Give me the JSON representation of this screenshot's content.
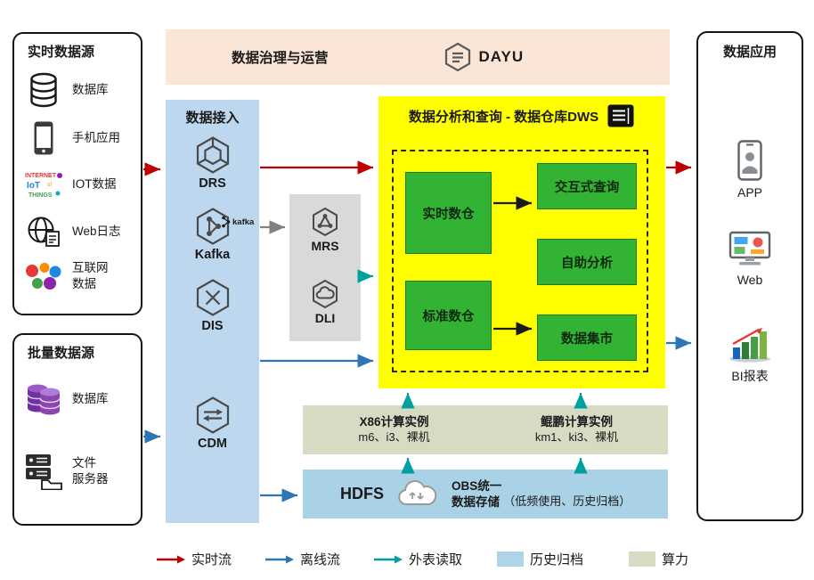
{
  "realtime_sources": {
    "title": "实时数据源",
    "items": [
      {
        "label": "数据库",
        "icon": "database-icon"
      },
      {
        "label": "手机应用",
        "icon": "phone-icon"
      },
      {
        "label": "IOT数据",
        "icon": "iot-icon"
      },
      {
        "label": "Web日志",
        "icon": "web-log-icon"
      },
      {
        "label": "互联网\n数据",
        "icon": "internet-data-icon"
      }
    ]
  },
  "batch_sources": {
    "title": "批量数据源",
    "items": [
      {
        "label": "数据库",
        "icon": "purple-database-icon"
      },
      {
        "label": "文件\n服务器",
        "icon": "file-server-icon"
      }
    ]
  },
  "governance": {
    "title": "数据治理与运营",
    "logo_text": "DAYU"
  },
  "ingestion": {
    "title": "数据接入",
    "services": [
      "DRS",
      "Kafka",
      "DIS",
      "CDM"
    ],
    "kafka_badge": "kafka"
  },
  "analytics_services": [
    "MRS",
    "DLI"
  ],
  "dws": {
    "title": "数据分析和查询 - 数据仓库DWS",
    "warehouses": [
      "实时数仓",
      "标准数仓"
    ],
    "functions": [
      "交互式查询",
      "自助分析",
      "数据集市"
    ]
  },
  "compute": {
    "x86_title": "X86计算实例",
    "x86_models": "m6、i3、裸机",
    "kunpeng_title": "鲲鹏计算实例",
    "kunpeng_models": "km1、ki3、裸机"
  },
  "storage": {
    "hdfs": "HDFS",
    "obs_title": "OBS统一\n数据存储",
    "obs_note": "（低频使用、历史归档）"
  },
  "applications": {
    "title": "数据应用",
    "items": [
      "APP",
      "Web",
      "BI报表"
    ]
  },
  "legend": {
    "realtime": "实时流",
    "offline": "离线流",
    "external": "外表读取",
    "archive": "历史归档",
    "compute": "算力"
  },
  "colors": {
    "realtime_flow": "#c00000",
    "offline_flow": "#2e75b6",
    "external_flow": "#00a0a0",
    "kafka_mrs_flow": "#808080",
    "archive_fill": "#aed5e7",
    "compute_fill": "#d6dcc4",
    "dws_fill": "#ffff00",
    "warehouse_green": "#33b333",
    "ingestion_fill": "#bdd7ee",
    "governance_fill": "#fbe5d6",
    "services_fill": "#d9d9d9"
  }
}
